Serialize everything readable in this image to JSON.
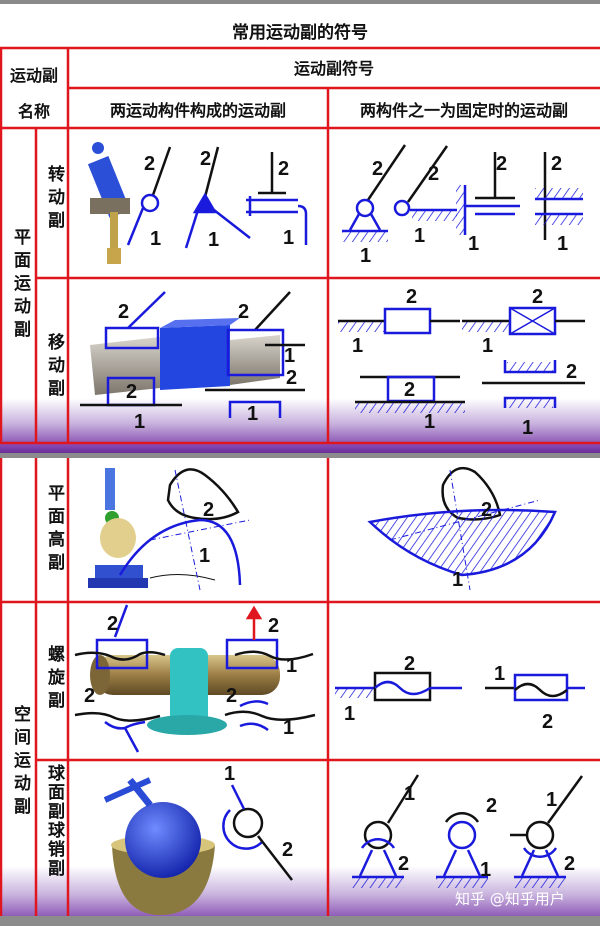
{
  "title": "常用运动副的符号",
  "header": {
    "name_col_line1": "运动副",
    "name_col_line2": "名称",
    "symbol_col": "运动副符号",
    "sub_col_moving": "两运动构件构成的运动副",
    "sub_col_fixed": "两构件之一为固定时的运动副"
  },
  "categories": [
    {
      "label": "平面运动副",
      "rows": [
        {
          "label": "转动副"
        },
        {
          "label": "移动副"
        }
      ]
    },
    {
      "label": "空间运动副",
      "rows": [
        {
          "label": "螺旋副"
        },
        {
          "label": "球面副球销副"
        }
      ]
    }
  ],
  "higher_pair": {
    "label": "平面高副"
  },
  "numerals": {
    "one": "1",
    "two": "2"
  },
  "colors": {
    "grid": "#e0161e",
    "symbol_blue": "#1a1adc",
    "band_purple": "#7b3fa6"
  },
  "watermark": "知乎 @知乎用户"
}
